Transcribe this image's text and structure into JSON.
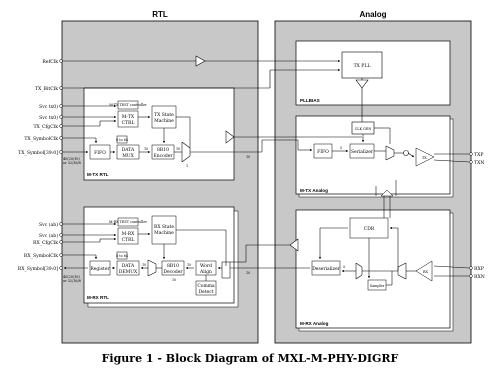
{
  "figure_title": "Figure 1 - Block Diagram of MXL-M-PHY-DIGRF",
  "sections": {
    "rtl": "RTL",
    "analog": "Analog"
  },
  "group_labels": {
    "pllbias": "PLLBIAS",
    "mtx_analog": "M-TX Analog",
    "mrx_analog": "M-RX Analog",
    "mtx_rtl": "M-TX RTL",
    "mrx_rtl": "M-RX RTL"
  },
  "left_pins": {
    "refclk": "RefClk",
    "tx_bitclk": "TX_BitClk",
    "svc_tx1": "Svc tx0)",
    "svc_tx2": "Svc tx0)",
    "tx_cfgclk": "TX_CfgClk",
    "tx_symbolclk": "TX_SymbolClk",
    "tx_symbol": "TX_Symbol[39:0]",
    "tx_width": "40(20/10)",
    "tx_width2": "or 32/16/8",
    "svc_rx1": "Svc (ab)",
    "svc_rx2": "Svc (ab)",
    "rx_cfgclk": "RX_CfgClk",
    "rx_symbolclk": "RX_SymbolClk",
    "rx_symbol": "RX_Symbol[39:0]",
    "rx_width": "40(20/10)",
    "rx_width2": "or 32/16/8"
  },
  "right_pins": {
    "txp": "TXP",
    "txn": "TXN",
    "rxp": "RXP",
    "rxn": "RXN"
  },
  "blocks": {
    "tx_pll": "TX PLL",
    "clk_gen": "CLK GEN",
    "mtx_status": "M-TX TEST controller",
    "mtx_ctrl_1": "M-TX",
    "mtx_ctrl_2": "CTRL",
    "tx_sm_1": "TX State",
    "tx_sm_2": "Machine",
    "tx_fifo": "FIFO",
    "data_mux_1": "DATA",
    "data_mux_2": "MUX",
    "enc_1": "8B10",
    "enc_2": "Encoder",
    "tx_fifo_a": "FIFO",
    "serializer": "Serializer",
    "mrx_status": "M-RX TEST controller",
    "mrx_ctrl_1": "M-RX",
    "mrx_ctrl_2": "CTRL",
    "rx_sm_1": "RX State",
    "rx_sm_2": "Machine",
    "register": "Register",
    "demux_1": "DATA",
    "demux_2": "DEMUX",
    "dec_1": "8B10",
    "dec_2": "Decoder",
    "walign_1": "Word",
    "walign_2": "Align",
    "comma_1": "Comma",
    "comma_2": "Detect",
    "cdr": "CDR",
    "deserializer": "Deserializer",
    "sampler": "Sampler",
    "tx_drv": "TX",
    "rx_amp": "RX",
    "fifo_ext": "8 to 64"
  },
  "wire_labels": {
    "tx_n10": "10",
    "tx_n10b": "10",
    "tx_n1": "1",
    "rx_n10": "10",
    "rx_n10b": "10",
    "rx_n10c": "10",
    "tx_s": "5",
    "rx_s": "5",
    "bus_a": "10",
    "bus_b": "10"
  }
}
